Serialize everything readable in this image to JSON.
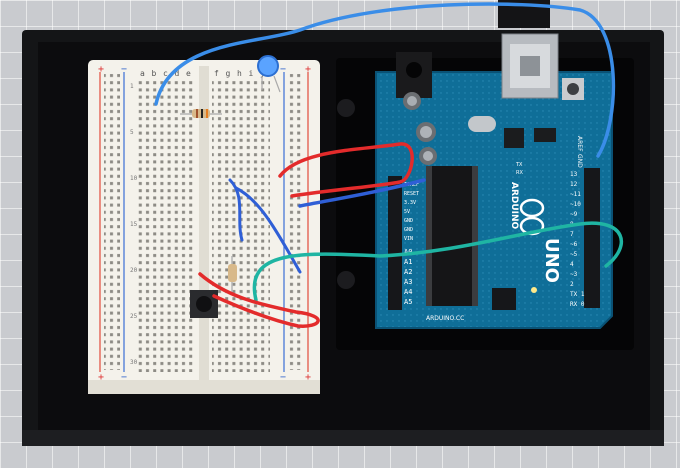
{
  "breadboard": {
    "column_letters_left": [
      "a",
      "b",
      "c",
      "d",
      "e"
    ],
    "column_letters_right": [
      "f",
      "g",
      "h",
      "i",
      "j"
    ],
    "rail_plus": "+",
    "rail_minus": "−",
    "row_numbers": [
      "1",
      "5",
      "10",
      "15",
      "20",
      "25",
      "30"
    ]
  },
  "arduino": {
    "model": "UNO",
    "brand": "ARDUINO",
    "website": "ARDUINO.CC",
    "tx_label": "TX",
    "rx_label": "RX",
    "aref_label": "AREF",
    "gnd_label": "GND",
    "digital_pins": [
      "13",
      "12",
      "~11",
      "~10",
      "~9",
      "8",
      "7",
      "~6",
      "~5",
      "4",
      "~3",
      "2",
      "TX 1",
      "RX 0"
    ],
    "analog_pins": [
      "A0",
      "A1",
      "A2",
      "A3",
      "A4",
      "A5"
    ],
    "power_pins": [
      "IOREF",
      "RESET",
      "3.3V",
      "5V",
      "GND",
      "GND",
      "VIN"
    ]
  },
  "colors": {
    "base": "#111214",
    "breadboard": "#f3f1ea",
    "pcb": "#0f6e98",
    "wire_blue": "#2f5fd6",
    "wire_red": "#e32b2b",
    "wire_teal": "#1fb5a3",
    "wire_sky": "#3a8de8"
  }
}
